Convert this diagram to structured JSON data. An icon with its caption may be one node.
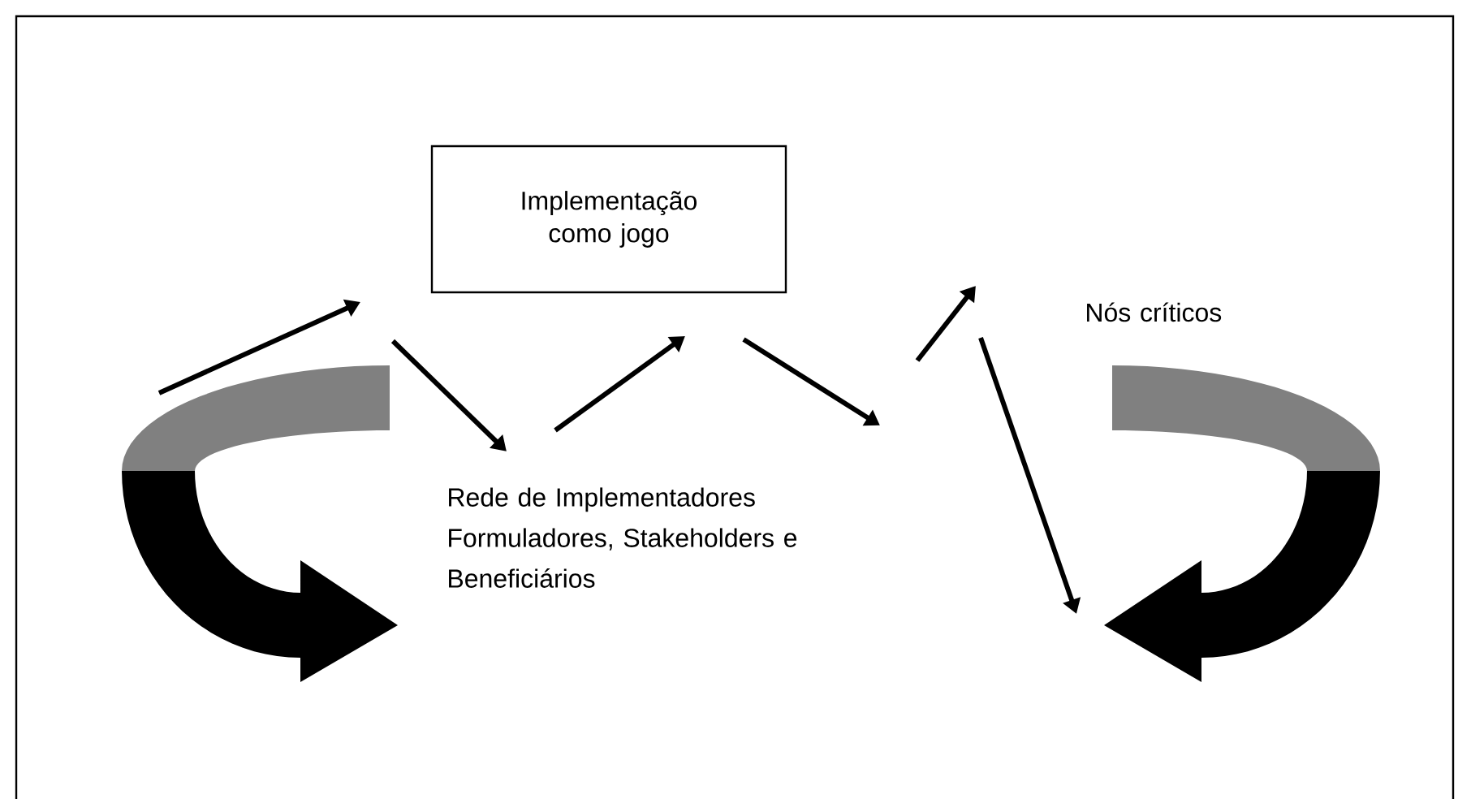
{
  "diagram": {
    "nodes": [
      {
        "text": [
          "Implementação como jogo"
        ]
      }
    ],
    "labels": [
      "Nós críticos",
      "Rede de Implementadores Formuladores, Stakeholders e Beneficiários"
    ]
  }
}
